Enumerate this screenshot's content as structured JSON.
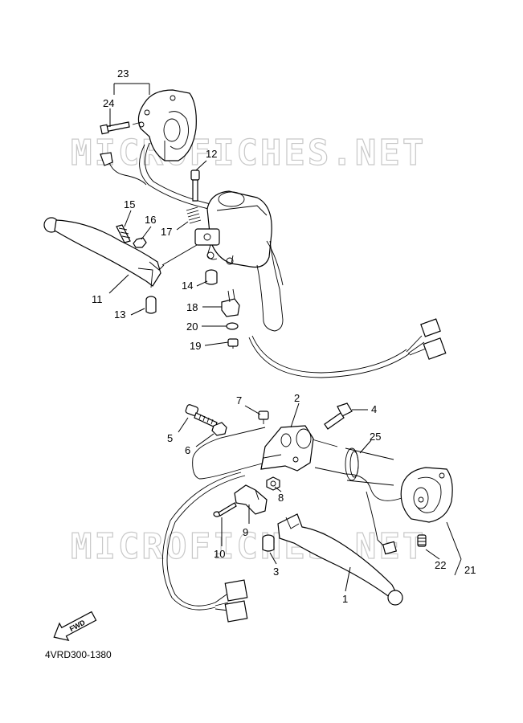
{
  "watermark": {
    "top": "MICROFICHES.NET",
    "bottom": "MICROFICHES.NET"
  },
  "diagram_code": "4VRD300-1380",
  "fwd_label": "FWD",
  "callouts": {
    "c1": "1",
    "c2": "2",
    "c3": "3",
    "c4": "4",
    "c5": "5",
    "c6": "6",
    "c7": "7",
    "c8": "8",
    "c9": "9",
    "c10": "10",
    "c11": "11",
    "c12": "12",
    "c13": "13",
    "c14": "14",
    "c15": "15",
    "c16": "16",
    "c17": "17",
    "c18": "18",
    "c19": "19",
    "c20": "20",
    "c21": "21",
    "c22": "22",
    "c23": "23",
    "c24": "24",
    "c25": "25"
  }
}
